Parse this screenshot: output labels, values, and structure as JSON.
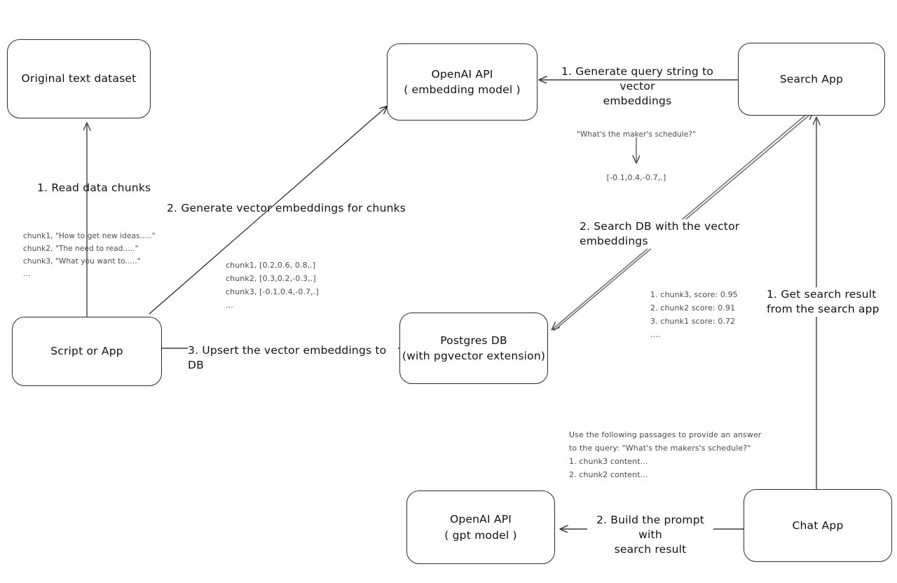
{
  "diagram": {
    "title": "RAG pipeline with pgvector",
    "stroke_color": "#2b2b2b",
    "note_color": "#4a4a4a",
    "background": "#ffffff"
  },
  "nodes": {
    "original_dataset": {
      "line1": "Original text dataset",
      "line2": ""
    },
    "script_or_app": {
      "line1": "Script or App",
      "line2": ""
    },
    "openai_embedding": {
      "line1": "OpenAI API",
      "line2": "( embedding model )"
    },
    "postgres_db": {
      "line1": "Postgres DB",
      "line2": "(with pgvector extension)"
    },
    "search_app": {
      "line1": "Search App",
      "line2": ""
    },
    "chat_app": {
      "line1": "Chat App",
      "line2": ""
    },
    "openai_gpt": {
      "line1": "OpenAI API",
      "line2": "( gpt model )"
    }
  },
  "edges": {
    "read_data_chunks": "1. Read data chunks",
    "generate_embeddings": "2. Generate vector embeddings for chunks",
    "upsert_to_db": "3. Upsert the vector embeddings  to DB",
    "generate_query_vector": "1. Generate query string to vector\nembeddings",
    "search_db": "2. Search DB with the vector embeddings",
    "get_search_result": "1. Get search result\nfrom the search app",
    "build_prompt": "2. Build the prompt with\nsearch result"
  },
  "notes": {
    "raw_chunks": "chunk1, \"How to get new ideas.....\"\nchunk2, \"The need to read.....\"\nchunk3, \"What you want to.....\"\n...",
    "chunk_vectors": "chunk1, [0.2,0.6, 0.8,.]\nchunk2, [0.3,0.2,-0.3,.]\nchunk3, [-0.1,0.4,-0.7,.]\n...",
    "query_string": "\"What's the maker's schedule?\"",
    "query_vector": "[-0.1,0.4,-0.7,.]",
    "search_results": "1. chunk3, score: 0.95\n2. chunk2 score: 0.91\n3. chunk1 score: 0.72\n....",
    "prompt_text": "Use the following passages to provide an answer\nto the query: \"What's the makers's schedule?\"\n1. chunk3 content...\n2. chunk2 content..."
  }
}
